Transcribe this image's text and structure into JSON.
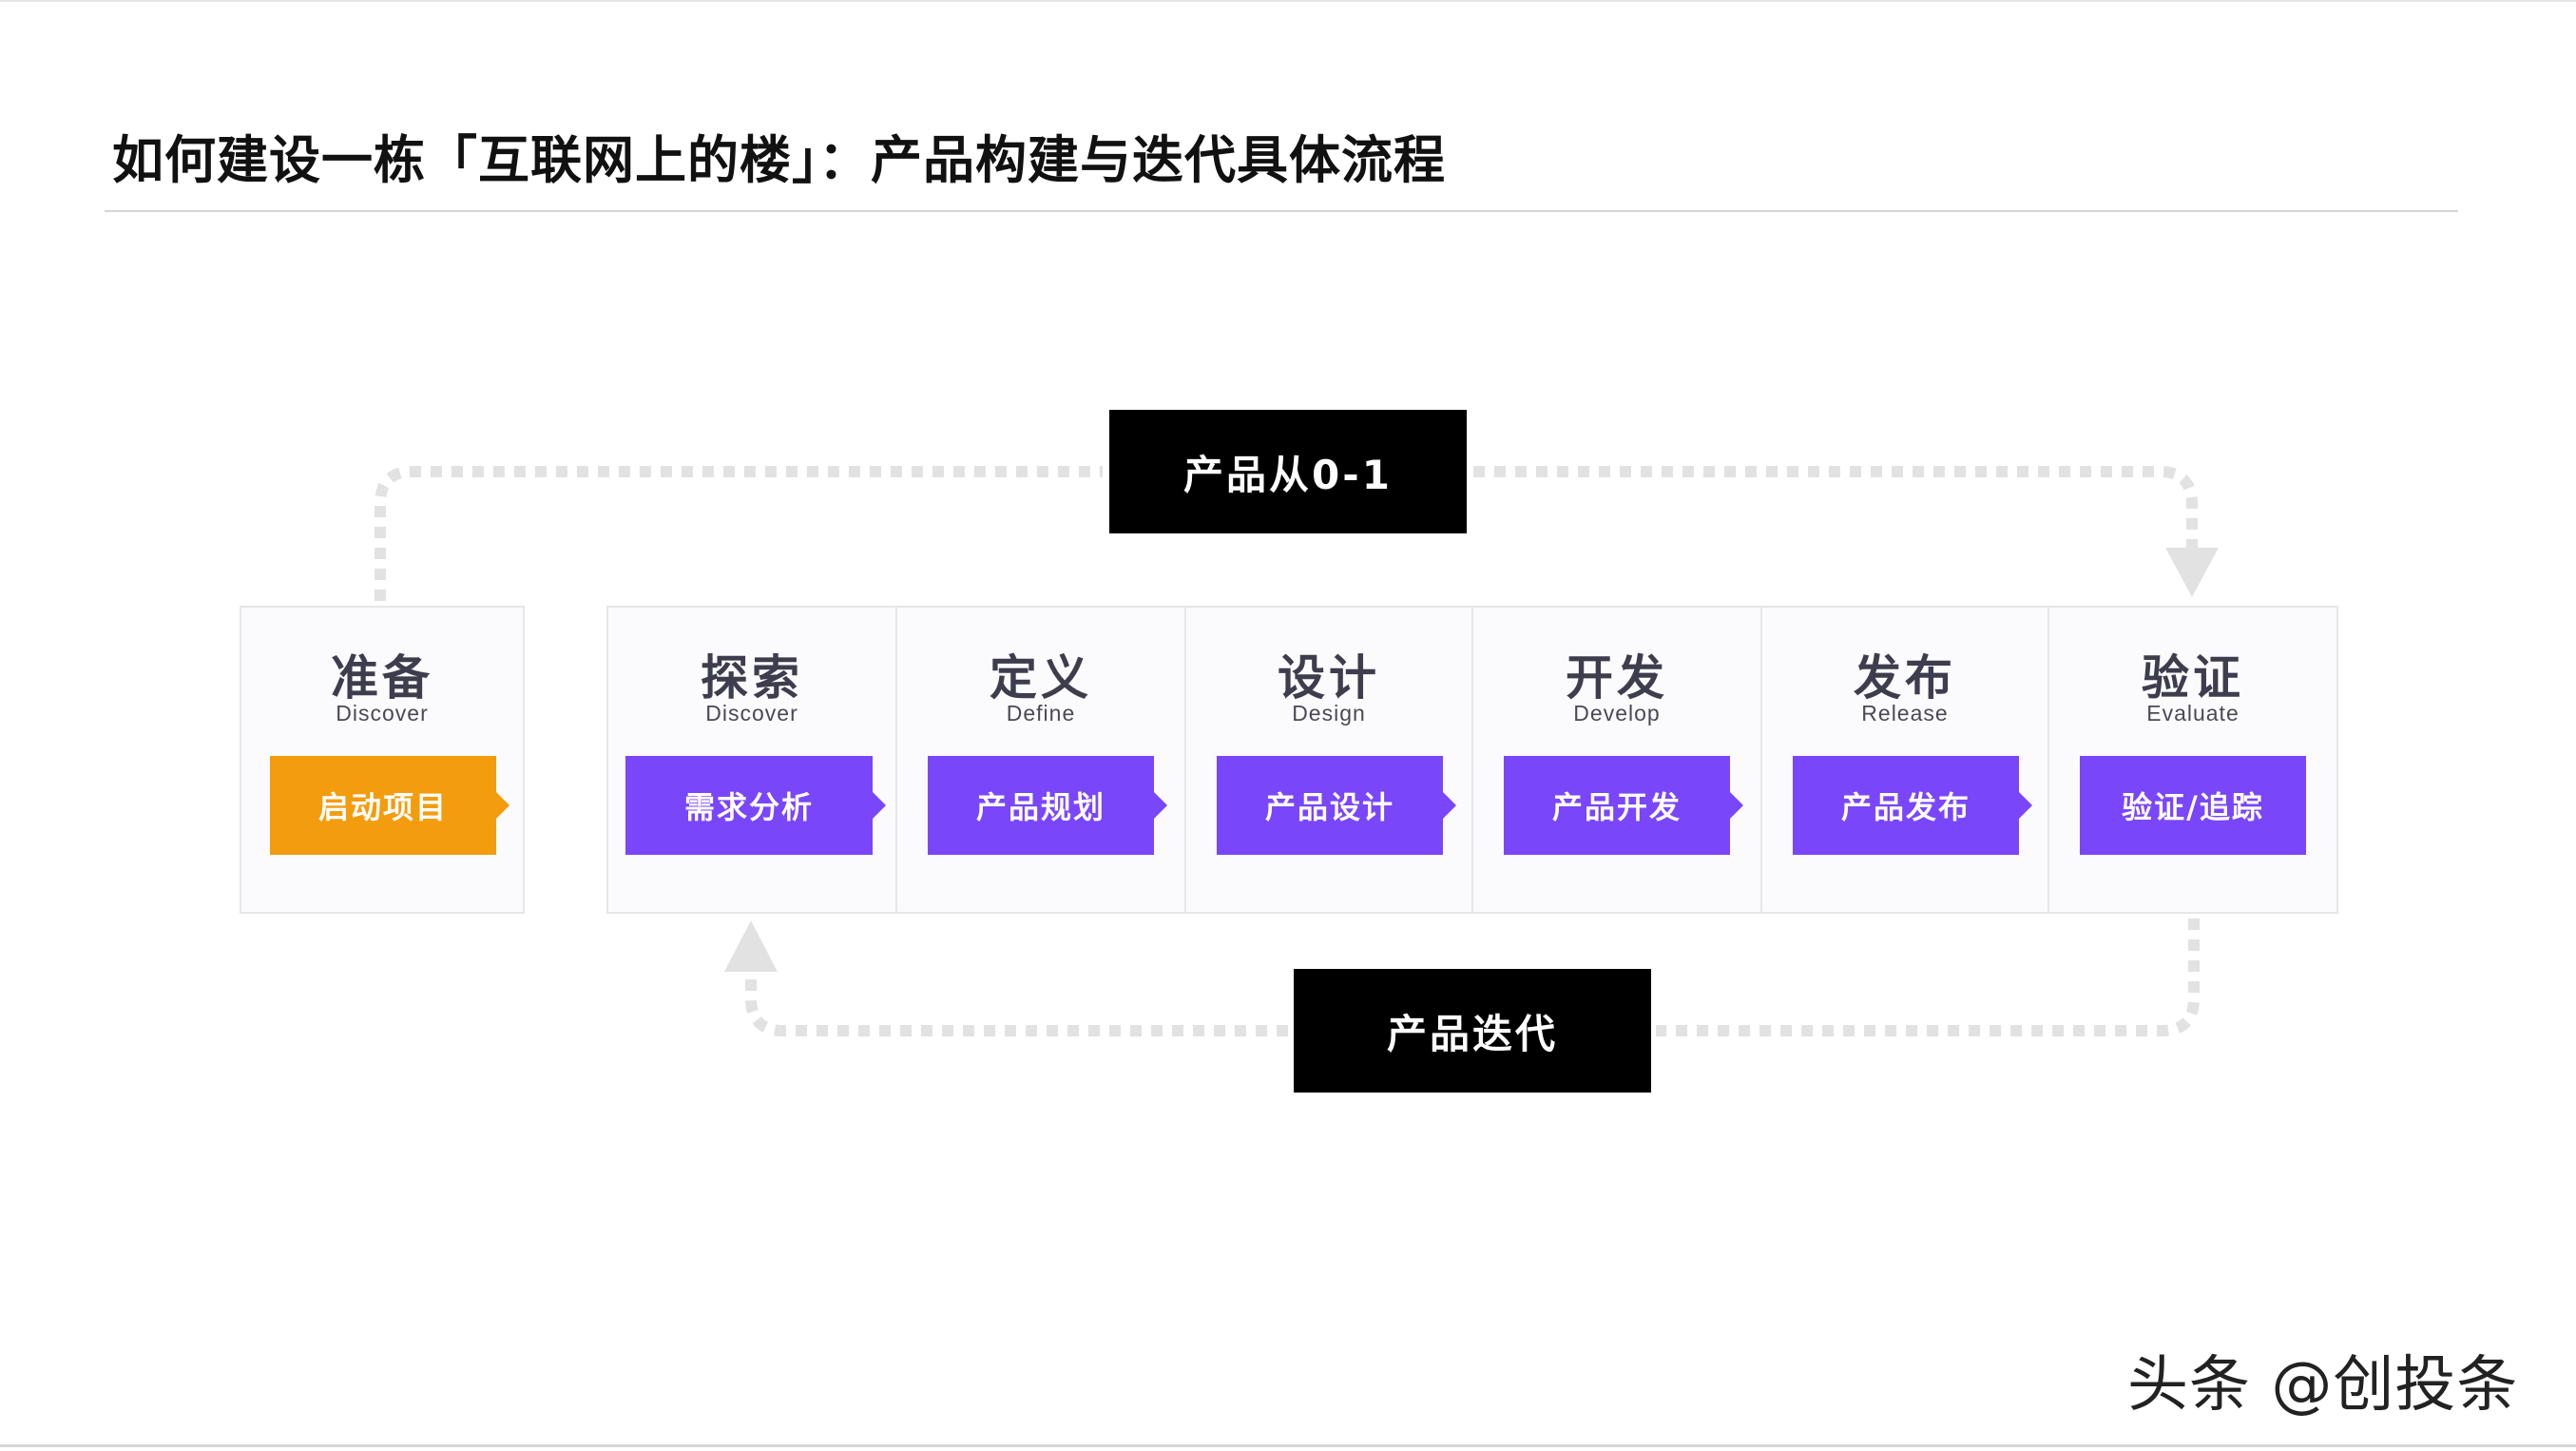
{
  "title": "如何建设一栋「互联网上的楼」：产品构建与迭代具体流程",
  "badges": {
    "top": "产品从0-1",
    "bottom": "产品迭代"
  },
  "prep": {
    "title": "准备",
    "subtitle": "Discover",
    "action": "启动项目"
  },
  "stages": [
    {
      "title": "探索",
      "subtitle": "Discover",
      "action": "需求分析"
    },
    {
      "title": "定义",
      "subtitle": "Define",
      "action": "产品规划"
    },
    {
      "title": "设计",
      "subtitle": "Design",
      "action": "产品设计"
    },
    {
      "title": "开发",
      "subtitle": "Develop",
      "action": "产品开发"
    },
    {
      "title": "发布",
      "subtitle": "Release",
      "action": "产品发布"
    },
    {
      "title": "验证",
      "subtitle": "Evaluate",
      "action": "验证/追踪"
    }
  ],
  "colors": {
    "primary_step": "#7a46fa",
    "start_step": "#f39c0e",
    "badge": "#000000",
    "dotted_path": "#e2e2e2"
  },
  "watermark": "头条 @创投条"
}
